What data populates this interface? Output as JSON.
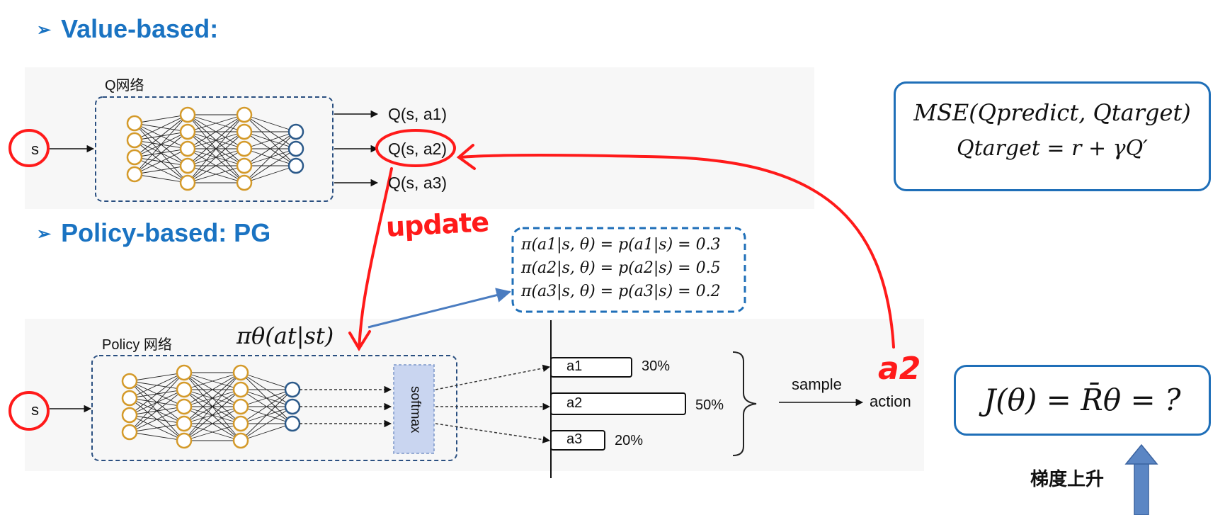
{
  "value_section": {
    "arrow": "➢",
    "title": "Value-based:"
  },
  "policy_section": {
    "arrow": "➢",
    "title": "Policy-based:  PG"
  },
  "q_network": {
    "label": "Q网络",
    "input": "s",
    "outputs": [
      "Q(s, a1)",
      "Q(s, a2)",
      "Q(s, a3)"
    ]
  },
  "policy_network": {
    "label": "Policy 网络",
    "input": "s",
    "policy_expr": "πθ(at|st)",
    "softmax": "softmax"
  },
  "probabilities": {
    "lines": [
      "π(a1|s, θ) = p(a1|s) = 0.3",
      "π(a2|s, θ) = p(a2|s) = 0.5",
      "π(a3|s, θ) = p(a3|s) = 0.2"
    ]
  },
  "action_bars": [
    {
      "label": "a1",
      "pct": "30%",
      "value": 0.3
    },
    {
      "label": "a2",
      "pct": "50%",
      "value": 0.5
    },
    {
      "label": "a3",
      "pct": "20%",
      "value": 0.2
    }
  ],
  "sampling": {
    "sample": "sample",
    "action": "action"
  },
  "annotations": {
    "update": "update",
    "a2": "a2"
  },
  "mse_box": {
    "line1": "MSE(Qpredict, Qtarget)",
    "line2": "Qtarget = r + γQ′"
  },
  "objective_box": {
    "formula": "J(θ) = R̄θ = ?"
  },
  "gradient_ascent": {
    "label": "梯度上升"
  },
  "colors": {
    "blue": "#1a73c2",
    "red": "#ff1a1a",
    "neuron_orange": "#d49a2a",
    "neuron_blue": "#2c5a8a",
    "softmax_fill": "#c9d5f0"
  }
}
